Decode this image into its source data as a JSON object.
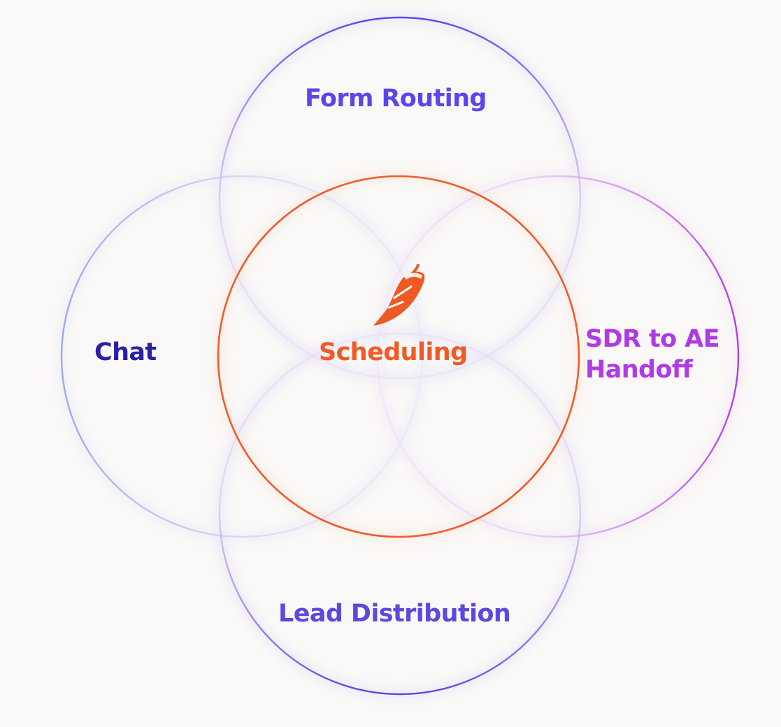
{
  "diagram": {
    "circles": [
      {
        "key": "form_routing",
        "label": "Form Routing",
        "color": "#5c45ec"
      },
      {
        "key": "chat",
        "label": "Chat",
        "color": "#2a1fa8"
      },
      {
        "key": "scheduling",
        "label": "Scheduling",
        "color": "#f05a24"
      },
      {
        "key": "sdr_handoff",
        "label_lines": [
          "SDR to AE",
          "Handoff"
        ],
        "color": "#b03be6"
      },
      {
        "key": "lead_distribution",
        "label": "Lead Distribution",
        "color": "#5d48e0"
      }
    ],
    "center_icon": {
      "name": "chili-pepper-icon",
      "color": "#ef5a22"
    }
  }
}
